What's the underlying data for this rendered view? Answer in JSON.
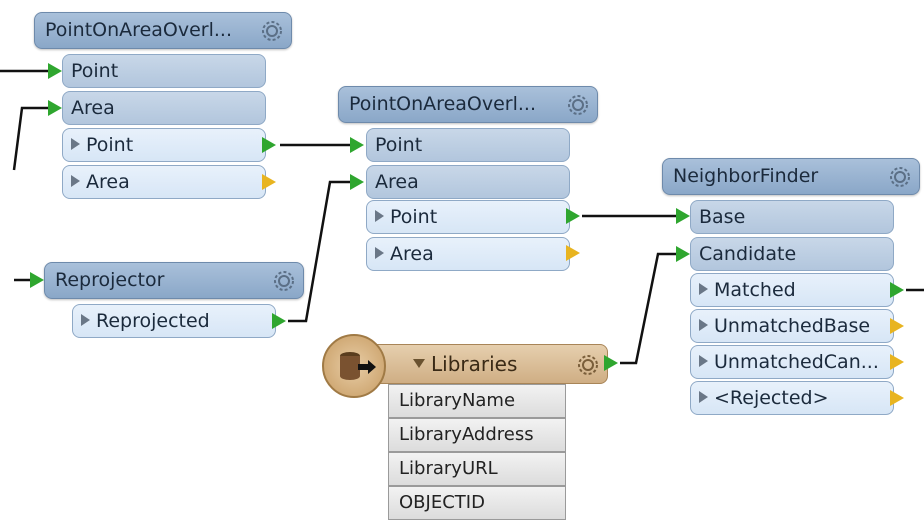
{
  "nodes": {
    "poa1": {
      "title": "PointOnAreaOverl...",
      "inputs": [
        "Point",
        "Area"
      ],
      "outputs": [
        "Point",
        "Area"
      ]
    },
    "poa2": {
      "title": "PointOnAreaOverl...",
      "inputs": [
        "Point",
        "Area"
      ],
      "outputs": [
        "Point",
        "Area"
      ]
    },
    "reprojector": {
      "title": "Reprojector",
      "outputs": [
        "Reprojected"
      ]
    },
    "libraries": {
      "title": "Libraries",
      "attributes": [
        "LibraryName",
        "LibraryAddress",
        "LibraryURL",
        "OBJECTID"
      ]
    },
    "neighborfinder": {
      "title": "NeighborFinder",
      "inputs": [
        "Base",
        "Candidate"
      ],
      "outputs": [
        "Matched",
        "UnmatchedBase",
        "UnmatchedCan...",
        "<Rejected>"
      ]
    }
  },
  "icons": {
    "gear": "gear-icon",
    "reader": "database-reader-icon",
    "input_arrow": "green-arrow-icon",
    "output_connected": "green-arrow-icon",
    "output_unconnected": "yellow-arrow-icon"
  },
  "colors": {
    "transformer_header": "#8aa7c8",
    "reader_header": "#cfae84",
    "connected_port": "#2fa62f",
    "unconnected_port": "#e8b420",
    "wire": "#111111"
  }
}
